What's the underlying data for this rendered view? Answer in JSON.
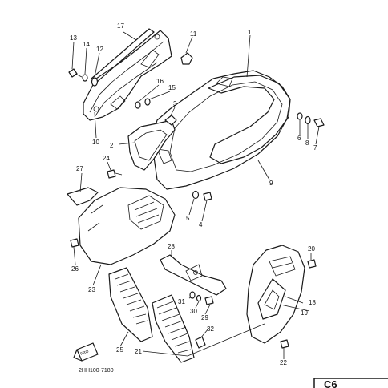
{
  "diagram_code": "2HH100-7180",
  "corner_mark": "C6",
  "front_marker": "FRO",
  "callouts": [
    "1",
    "2",
    "3",
    "4",
    "5",
    "6",
    "7",
    "8",
    "9",
    "10",
    "11",
    "12",
    "13",
    "14",
    "15",
    "16",
    "17",
    "19",
    "18",
    "20",
    "21",
    "22",
    "23",
    "24",
    "25",
    "26",
    "27",
    "28",
    "29",
    "30",
    "31",
    "32"
  ],
  "colors": {
    "line": "#1a1a1a",
    "background": "#ffffff"
  }
}
